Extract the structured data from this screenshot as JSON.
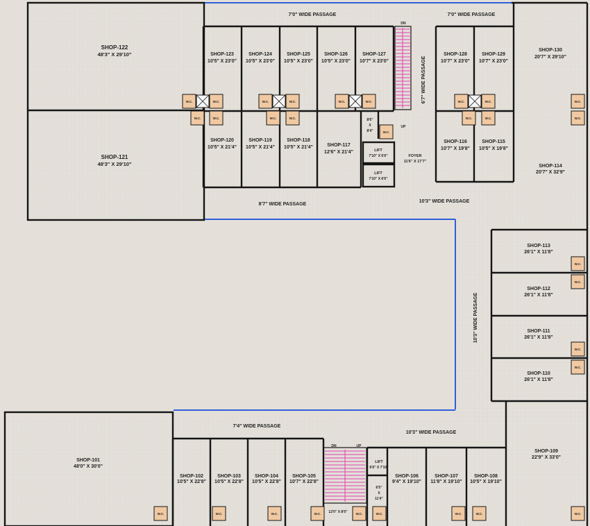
{
  "colors": {
    "background": "#e4e0d9",
    "floor": "#f3f3f1",
    "grid": "#d6d6d6",
    "wall": "#151515",
    "wc_fill": "#f0c9a2",
    "boundary_blue": "#2f5fd9",
    "stair_pink": "#e23fb0"
  },
  "shops": [
    {
      "name": "SHOP-122",
      "dims": "48'3\" X 29'10\""
    },
    {
      "name": "SHOP-121",
      "dims": "48'3\" X 29'10\""
    },
    {
      "name": "SHOP-123",
      "dims": "10'5\" X 23'0\""
    },
    {
      "name": "SHOP-124",
      "dims": "10'5\" X 23'0\""
    },
    {
      "name": "SHOP-125",
      "dims": "10'5\" X 23'0\""
    },
    {
      "name": "SHOP-126",
      "dims": "10'5\" X 23'0\""
    },
    {
      "name": "SHOP-127",
      "dims": "10'7\" X 23'0\""
    },
    {
      "name": "SHOP-128",
      "dims": "10'7\" X 23'0\""
    },
    {
      "name": "SHOP-129",
      "dims": "10'7\" X 23'0\""
    },
    {
      "name": "SHOP-130",
      "dims": "20'7\" X 29'10\""
    },
    {
      "name": "SHOP-120",
      "dims": "10'5\" X 21'4\""
    },
    {
      "name": "SHOP-119",
      "dims": "10'5\" X 21'4\""
    },
    {
      "name": "SHOP-118",
      "dims": "10'5\" X 21'4\""
    },
    {
      "name": "SHOP-117",
      "dims": "12'6\" X 21'4\""
    },
    {
      "name": "SHOP-116",
      "dims": "10'7\" X 19'8\""
    },
    {
      "name": "SHOP-115",
      "dims": "10'5\" X 19'8\""
    },
    {
      "name": "SHOP-114",
      "dims": "20'7\" X 32'9\""
    },
    {
      "name": "SHOP-113",
      "dims": "26'1\" X 11'8\""
    },
    {
      "name": "SHOP-112",
      "dims": "26'1\" X 11'8\""
    },
    {
      "name": "SHOP-111",
      "dims": "26'1\" X 11'8\""
    },
    {
      "name": "SHOP-110",
      "dims": "26'1\" X 11'8\""
    },
    {
      "name": "SHOP-109",
      "dims": "22'9\" X 33'0\""
    },
    {
      "name": "SHOP-101",
      "dims": "48'0\" X 30'0\""
    },
    {
      "name": "SHOP-102",
      "dims": "10'5\" X 22'8\""
    },
    {
      "name": "SHOP-103",
      "dims": "10'5\" X 22'8\""
    },
    {
      "name": "SHOP-104",
      "dims": "10'5\" X 22'8\""
    },
    {
      "name": "SHOP-105",
      "dims": "10'7\" X 22'8\""
    },
    {
      "name": "SHOP-106",
      "dims": "9'4\" X 19'10\""
    },
    {
      "name": "SHOP-107",
      "dims": "11'8\" X 19'10\""
    },
    {
      "name": "SHOP-108",
      "dims": "10'5\" X 19'10\""
    }
  ],
  "passages": [
    "7'0\" WIDE PASSAGE",
    "7'0\" WIDE PASSAGE",
    "6'7\" WIDE PASSAGE",
    "8'7\" WIDE PASSAGE",
    "10'3\" WIDE PASSAGE",
    "10'3\" WIDE PASSAGE",
    "7'4\" WIDE PASSAGE",
    "10'3\" WIDE PASSAGE"
  ],
  "foyer": {
    "name": "FOYER",
    "dims": "11'6\" X 17'7\""
  },
  "lifts": [
    {
      "name": "LIFT",
      "dims": "7'10\" X 6'6\""
    },
    {
      "name": "LIFT",
      "dims": "7'10\" X 6'6\""
    },
    {
      "name": "LIFT",
      "dims": "6'6\" X 7'10\""
    }
  ],
  "small_dims": {
    "upper_a": "8'6\"",
    "upper_x": "X",
    "upper_b": "8'4\"",
    "lower_a": "6'5\"",
    "lower_x": "X",
    "lower_b": "11'4\"",
    "stair_lower": "12'0\" X 8'0\""
  },
  "stair_labels": {
    "dn": "DN",
    "up": "UP"
  },
  "wc_label": "W.C."
}
